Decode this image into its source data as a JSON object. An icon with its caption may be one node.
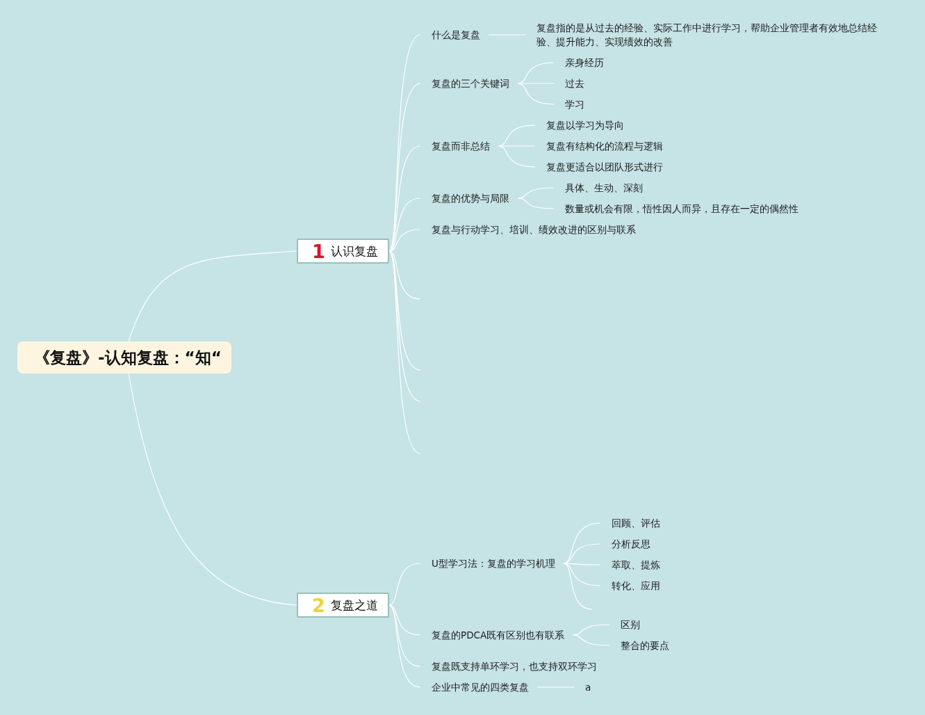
{
  "diagram": {
    "nodes": [
      {
        "text": [
          "《复盘》-认知复盘：“知“"
        ]
      },
      {
        "text": [
          "1",
          "认识复盘"
        ]
      },
      {
        "text": [
          "什么是复盘"
        ]
      },
      {
        "text": [
          "复盘指的是从过去的经验、实际工作中进行学习，帮助企业管理者有效地总结经验、提升能力、实现绩效的改善"
        ]
      },
      {
        "text": [
          "复盘的三个关键词"
        ]
      },
      {
        "text": [
          "亲身经历"
        ]
      },
      {
        "text": [
          "过去"
        ]
      },
      {
        "text": [
          "学习"
        ]
      },
      {
        "text": [
          "复盘而非总结"
        ]
      },
      {
        "text": [
          "复盘以学习为导向"
        ]
      },
      {
        "text": [
          "复盘有结构化的流程与逻辑"
        ]
      },
      {
        "text": [
          "复盘更适合以团队形式进行"
        ]
      },
      {
        "text": [
          "复盘的优势与局限"
        ]
      },
      {
        "text": [
          "具体、生动、深刻"
        ]
      },
      {
        "text": [
          "数量或机会有限，悟性因人而异，且存在一定的偶然性"
        ]
      },
      {
        "text": [
          "复盘与行动学习、培训、绩效改进的区别与联系"
        ]
      },
      {
        "text": [
          "2",
          "复盘之道"
        ]
      },
      {
        "text": [
          "U型学习法：复盘的学习机理"
        ]
      },
      {
        "text": [
          "回顾、评估"
        ]
      },
      {
        "text": [
          "分析反思"
        ]
      },
      {
        "text": [
          "萃取、提炼"
        ]
      },
      {
        "text": [
          "转化、应用"
        ]
      },
      {
        "text": [
          "复盘的PDCA既有区别也有联系"
        ]
      },
      {
        "text": [
          "区别"
        ]
      },
      {
        "text": [
          "整合的要点"
        ]
      },
      {
        "text": [
          "复盘既支持单环学习，也支持双环学习"
        ]
      },
      {
        "text": [
          "企业中常见的四类复盘"
        ]
      },
      {
        "text": [
          "a"
        ]
      }
    ],
    "edges": [
      {
        "from": 0,
        "to": 1,
        "arrow": "none"
      },
      {
        "from": 0,
        "to": 16,
        "arrow": "none"
      },
      {
        "from": 1,
        "to": 2,
        "arrow": "none"
      },
      {
        "from": 2,
        "to": 3,
        "arrow": "none"
      },
      {
        "from": 1,
        "to": 4,
        "arrow": "none"
      },
      {
        "from": 4,
        "to": 5,
        "arrow": "none"
      },
      {
        "from": 4,
        "to": 6,
        "arrow": "none"
      },
      {
        "from": 4,
        "to": 7,
        "arrow": "none"
      },
      {
        "from": 1,
        "to": 8,
        "arrow": "none"
      },
      {
        "from": 8,
        "to": 9,
        "arrow": "none"
      },
      {
        "from": 8,
        "to": 10,
        "arrow": "none"
      },
      {
        "from": 8,
        "to": 11,
        "arrow": "none"
      },
      {
        "from": 1,
        "to": 12,
        "arrow": "none"
      },
      {
        "from": 12,
        "to": 13,
        "arrow": "none"
      },
      {
        "from": 12,
        "to": 14,
        "arrow": "none"
      },
      {
        "from": 1,
        "to": 15,
        "arrow": "none"
      },
      {
        "from": 1,
        "to": null,
        "arrow": "none"
      },
      {
        "from": 1,
        "to": null,
        "arrow": "none"
      },
      {
        "from": 1,
        "to": null,
        "arrow": "none"
      },
      {
        "from": 1,
        "to": null,
        "arrow": "none"
      },
      {
        "from": 16,
        "to": 17,
        "arrow": "none"
      },
      {
        "from": 17,
        "to": 18,
        "arrow": "none"
      },
      {
        "from": 17,
        "to": 19,
        "arrow": "none"
      },
      {
        "from": 17,
        "to": 20,
        "arrow": "none"
      },
      {
        "from": 17,
        "to": 21,
        "arrow": "none"
      },
      {
        "from": 17,
        "to": null,
        "arrow": "none"
      },
      {
        "from": 16,
        "to": 22,
        "arrow": "none"
      },
      {
        "from": 22,
        "to": 23,
        "arrow": "none"
      },
      {
        "from": 22,
        "to": 24,
        "arrow": "none"
      },
      {
        "from": 16,
        "to": 25,
        "arrow": "none"
      },
      {
        "from": 16,
        "to": 26,
        "arrow": "none"
      },
      {
        "from": 26,
        "to": 27,
        "arrow": "none"
      }
    ]
  }
}
